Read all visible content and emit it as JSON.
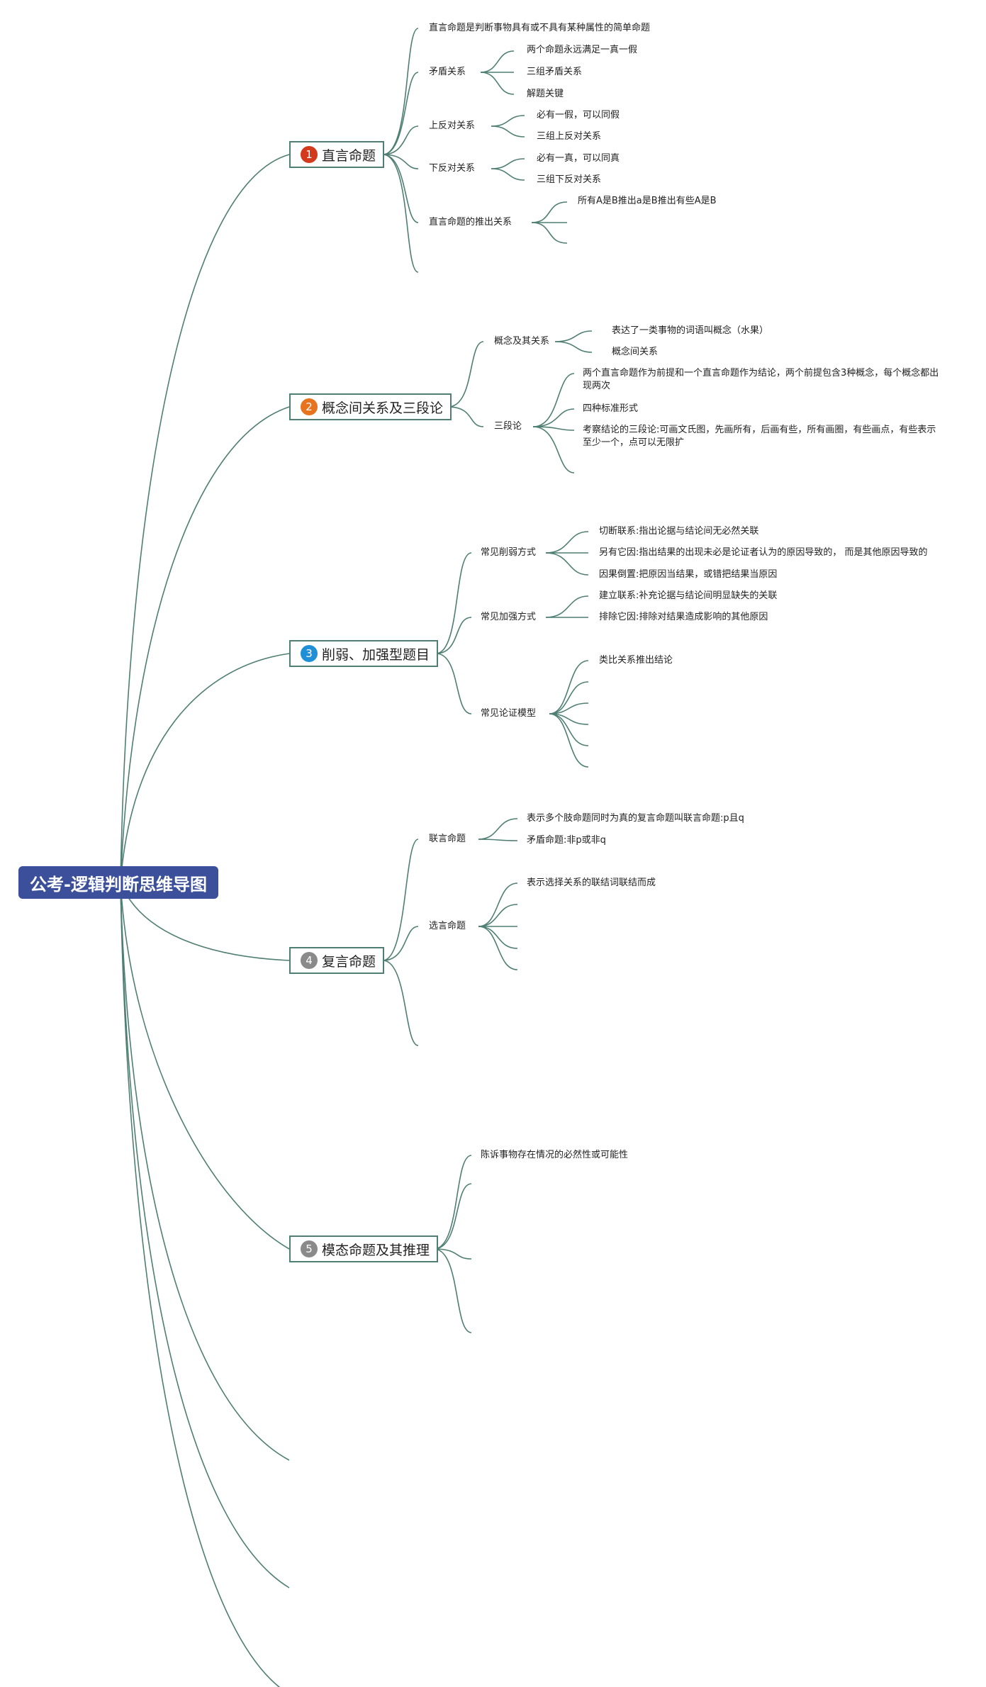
{
  "title": "公考-逻辑判断思维导图",
  "colors": {
    "line": "#4f7f72",
    "root_bg": "#3c4f9a",
    "badge_red": "#d33a1c",
    "badge_orange": "#e8731e",
    "badge_blue": "#1f8fd8",
    "badge_gray": "#8a8a8a"
  },
  "topics": [
    {
      "num": "1",
      "label": "直言命题",
      "items": [
        "直言命题是判断事物具有或不具有某种属性的简单命题",
        "矛盾关系",
        "两个命题永远满足一真一假",
        "三组矛盾关系",
        "解题关键",
        "上反对关系",
        "必有一假，可以同假",
        "三组上反对关系",
        "下反对关系",
        "必有一真，可以同真",
        "三组下反对关系",
        "直言命题的推出关系",
        "所有A是B推出a是B推出有些A是B"
      ]
    },
    {
      "num": "2",
      "label": "概念间关系及三段论",
      "items": [
        "概念及其关系",
        "表达了一类事物的词语叫概念（水果）",
        "概念间关系",
        "三段论",
        "两个直言命题作为前提和一个直言命题作为结论，两个前提包含3种概念，每个概念都出现两次",
        "四种标准形式",
        "考察结论的三段论:可画文氏图，先画所有，后画有些，所有画圈，有些画点，有些表示至少一个，点可以无限扩"
      ]
    },
    {
      "num": "3",
      "label": "削弱、加强型题目",
      "items": [
        "常见削弱方式",
        "切断联系:指出论据与结论间无必然关联",
        "另有它因:指出结果的出现未必是论证者认为的原因导致的， 而是其他原因导致的",
        "因果倒置:把原因当结果，或错把结果当原因",
        "常见加强方式",
        "建立联系:补充论据与结论间明显缺失的关联",
        "排除它因:排除对结果造成影响的其他原因",
        "常见论证模型",
        "类比关系推出结论"
      ]
    },
    {
      "num": "4",
      "label": "复言命题",
      "items": [
        "联言命题",
        "表示多个肢命题同时为真的复言命题叫联言命题:p且q",
        "矛盾命题:非p或非q",
        "选言命题",
        "表示选择关系的联结词联结而成"
      ]
    },
    {
      "num": "5",
      "label": "模态命题及其推理",
      "items": [
        "陈诉事物存在情况的必然性或可能性"
      ]
    }
  ]
}
